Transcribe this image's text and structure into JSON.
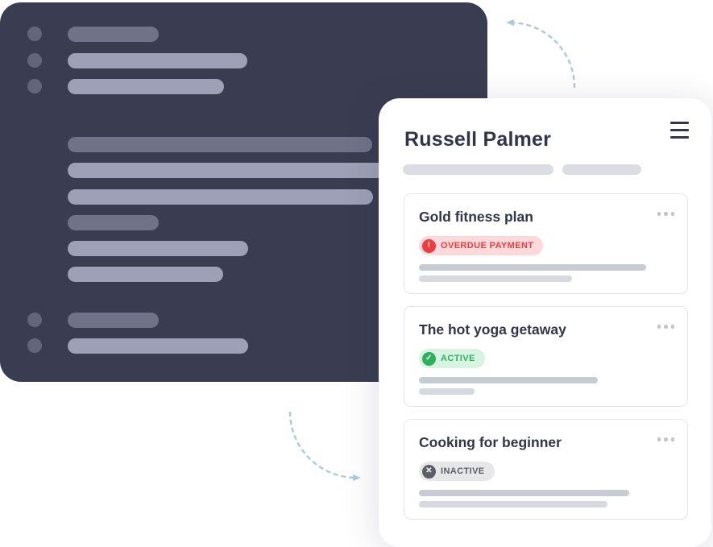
{
  "profile_panel": {
    "title": "Russell Palmer",
    "menu_icon": "hamburger-icon"
  },
  "memberships": [
    {
      "title": "Gold fitness plan",
      "status": {
        "label": "OVERDUE PAYMENT",
        "type": "overdue",
        "icon": "exclamation-icon",
        "icon_glyph": "!",
        "bg": "#fcd9da",
        "fg": "#ee3b40"
      },
      "menu_icon": "ellipsis-icon"
    },
    {
      "title": "The hot yoga getaway",
      "status": {
        "label": "ACTIVE",
        "type": "active",
        "icon": "check-icon",
        "icon_glyph": "✓",
        "bg": "#d7f3e1",
        "fg": "#2bb15c"
      },
      "menu_icon": "ellipsis-icon"
    },
    {
      "title": "Cooking for beginner",
      "status": {
        "label": "INACTIVE",
        "type": "inactive",
        "icon": "cross-icon",
        "icon_glyph": "✕",
        "bg": "#e7e7ea",
        "fg": "#5a5e66"
      },
      "menu_icon": "ellipsis-icon"
    }
  ],
  "colors": {
    "dark_panel_bg": "#3a3c52",
    "skeleton_bar_dark": "#6f7289",
    "skeleton_bar_light": "#9da0b6",
    "skeleton_circle": "#62657c",
    "panel_pill": "#dbdde2",
    "card_bar_primary": "#c7cbd2",
    "card_bar_secondary": "#d6d9de",
    "card_border": "#e4e6ea",
    "title_text": "#32344a",
    "arrow": "#a9cedb"
  }
}
